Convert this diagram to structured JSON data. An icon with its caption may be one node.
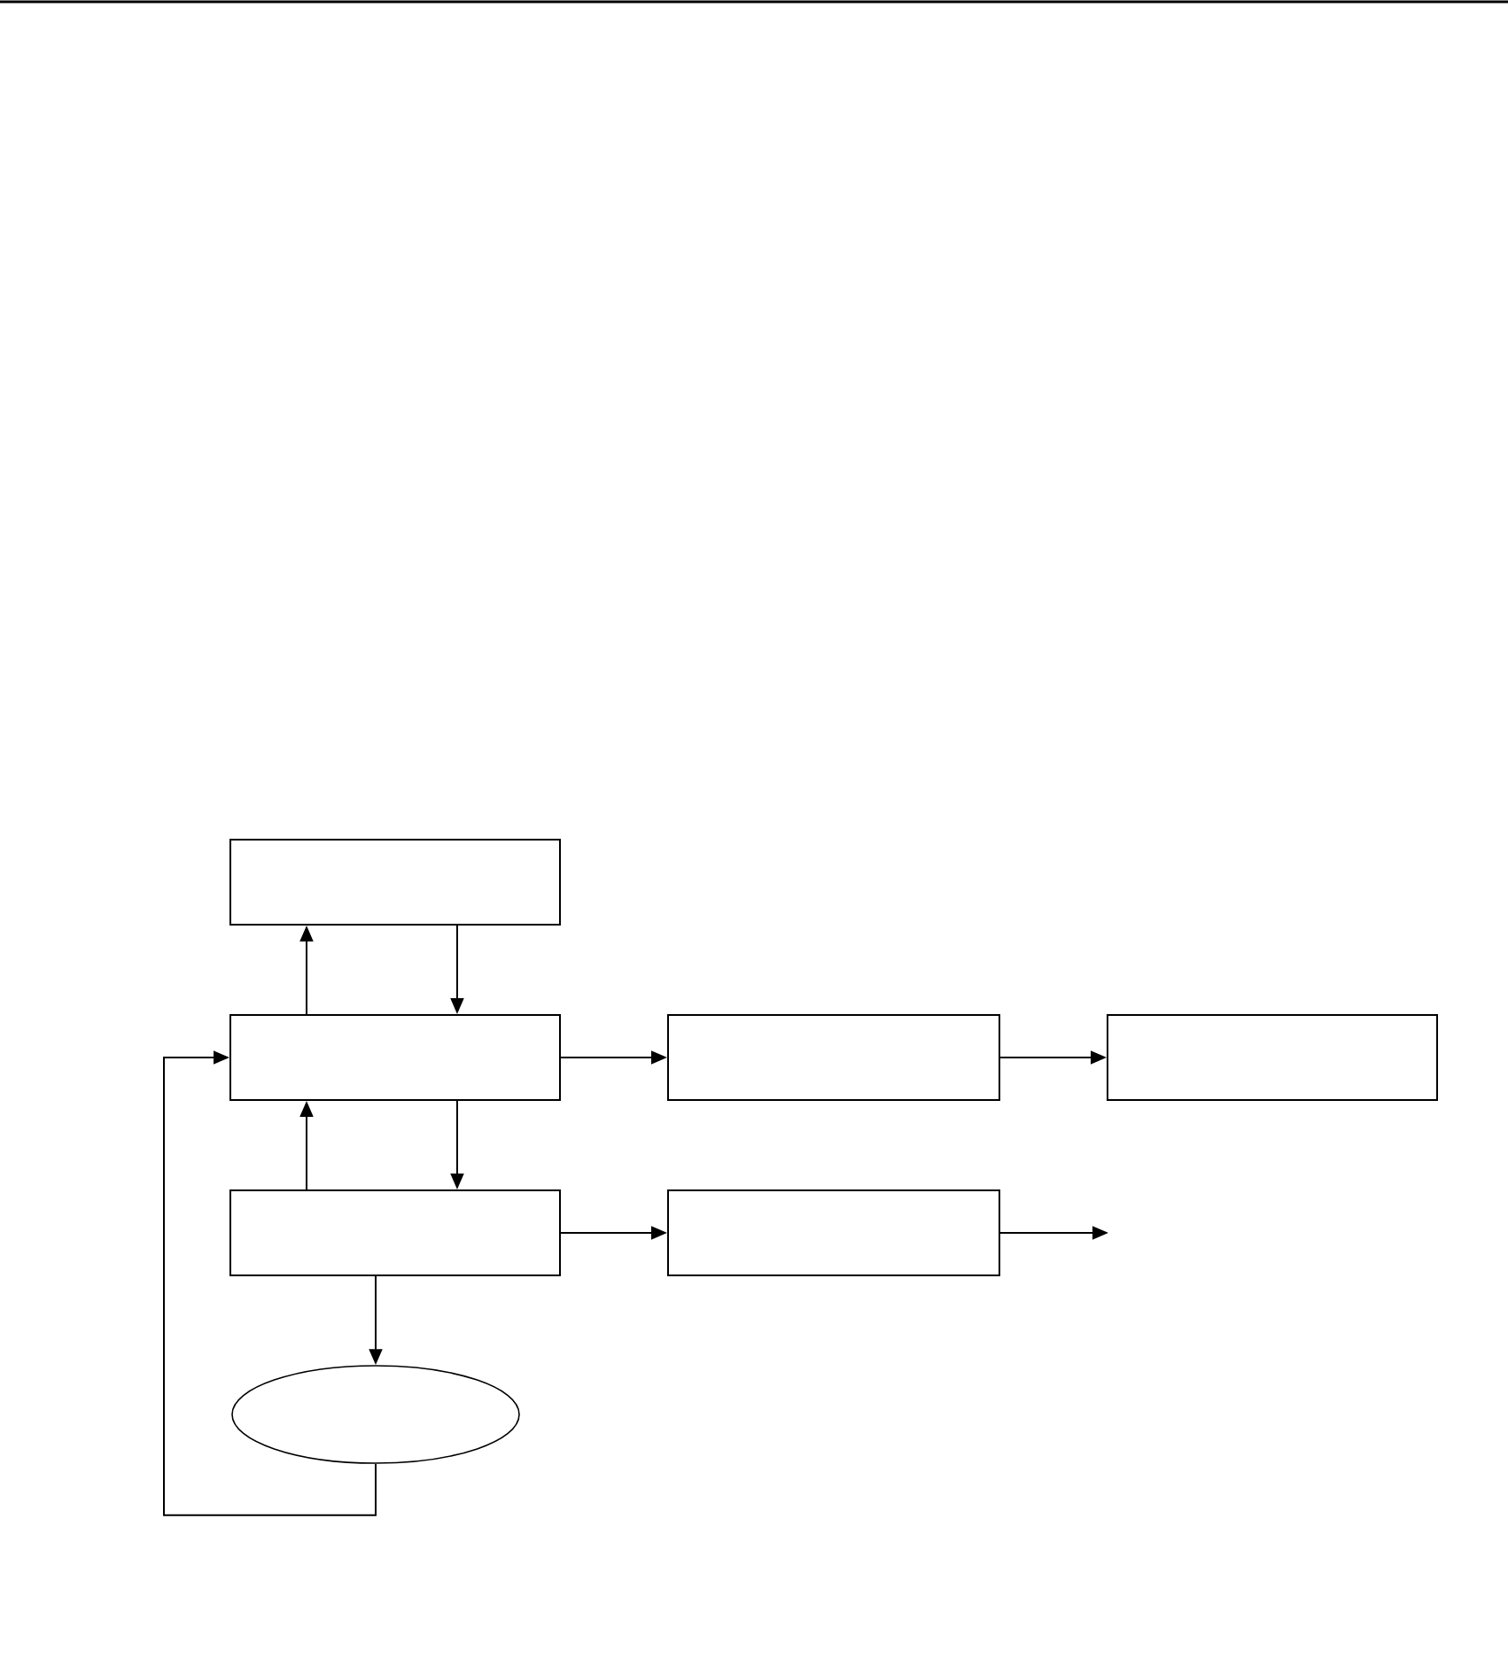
{
  "diagram": {
    "nodes": [
      {
        "text": [],
        "shape": "box"
      },
      {
        "text": [],
        "shape": "box"
      },
      {
        "text": [],
        "shape": "box"
      },
      {
        "text": [],
        "shape": "box"
      },
      {
        "text": [],
        "shape": "box"
      },
      {
        "text": [],
        "shape": "box"
      },
      {
        "text": [],
        "shape": "ellipse"
      }
    ],
    "edges": [
      {
        "from": 1,
        "to": 0,
        "arrow": "to"
      },
      {
        "from": 0,
        "to": 1,
        "arrow": "to"
      },
      {
        "from": 1,
        "to": 2,
        "arrow": "to"
      },
      {
        "from": 2,
        "to": 3,
        "arrow": "to"
      },
      {
        "from": 4,
        "to": 1,
        "arrow": "to"
      },
      {
        "from": 1,
        "to": 4,
        "arrow": "to"
      },
      {
        "from": 4,
        "to": 5,
        "arrow": "to"
      },
      {
        "from": 5,
        "to": null,
        "arrow": "to"
      },
      {
        "from": 4,
        "to": 6,
        "arrow": "to"
      },
      {
        "from": 6,
        "to": 1,
        "arrow": "to"
      }
    ]
  }
}
